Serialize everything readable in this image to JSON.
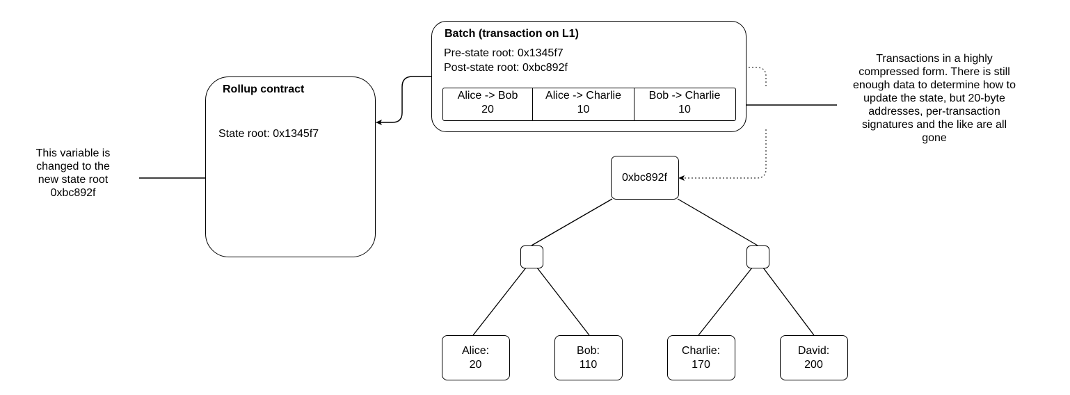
{
  "batch": {
    "title": "Batch (transaction on L1)",
    "pre_state_label": "Pre-state root: 0x1345f7",
    "post_state_label": "Post-state root: 0xbc892f",
    "transactions": [
      {
        "line1": "Alice -> Bob",
        "line2": "20"
      },
      {
        "line1": "Alice -> Charlie",
        "line2": "10"
      },
      {
        "line1": "Bob -> Charlie",
        "line2": "10"
      }
    ]
  },
  "rollup": {
    "title": "Rollup contract",
    "state_root_label": "State root: 0x1345f7"
  },
  "left_note": {
    "lines": [
      "This variable is",
      "changed to the",
      "new state root",
      "0xbc892f"
    ]
  },
  "right_note": {
    "lines": [
      "Transactions in a highly",
      "compressed form. There is still",
      "enough data to determine how to",
      "update the state, but 20-byte",
      "addresses, per-transaction",
      "signatures and the like are all",
      "gone"
    ]
  },
  "tree": {
    "root_label": "0xbc892f",
    "leaves": [
      {
        "name": "Alice:",
        "value": "20"
      },
      {
        "name": "Bob:",
        "value": "110"
      },
      {
        "name": "Charlie:",
        "value": "170"
      },
      {
        "name": "David:",
        "value": "200"
      }
    ]
  }
}
